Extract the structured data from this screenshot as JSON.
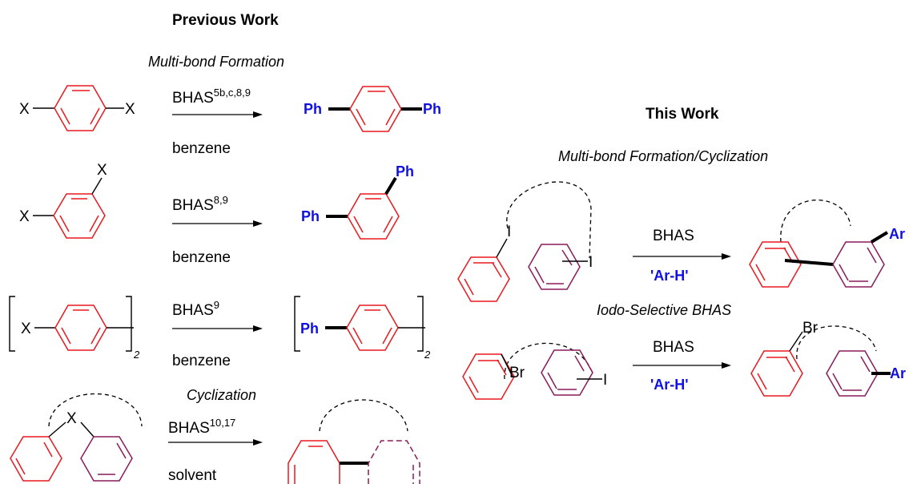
{
  "headings": {
    "previous": "Previous Work",
    "this_work": "This Work"
  },
  "subheadings": {
    "multi_bond": "Multi-bond Formation",
    "cyclization": "Cyclization",
    "multi_bond_cyclization": "Multi-bond Formation/Cyclization",
    "iodo_selective": "Iodo-Selective BHAS"
  },
  "reactions": {
    "r1": {
      "reagent": "BHAS",
      "reagent_sup": "5b,c,8,9",
      "solvent": "benzene"
    },
    "r2": {
      "reagent": "BHAS",
      "reagent_sup": "8,9",
      "solvent": "benzene"
    },
    "r3": {
      "reagent": "BHAS",
      "reagent_sup": "9",
      "solvent": "benzene"
    },
    "r4": {
      "reagent": "BHAS",
      "reagent_sup": "10,17",
      "solvent": "solvent"
    },
    "r5": {
      "reagent": "BHAS",
      "below": "'Ar-H'"
    },
    "r6": {
      "reagent": "BHAS",
      "below": "'Ar-H'"
    }
  },
  "atoms": {
    "x": "X",
    "iodine": "I",
    "bromine": "Br",
    "phenyl": "Ph",
    "aryl": "Ar"
  },
  "polymer_subscript": "2",
  "colors": {
    "red_ring": "#e8191e",
    "purple_ring": "#8a1a5c",
    "blue_label": "#1010e0"
  }
}
